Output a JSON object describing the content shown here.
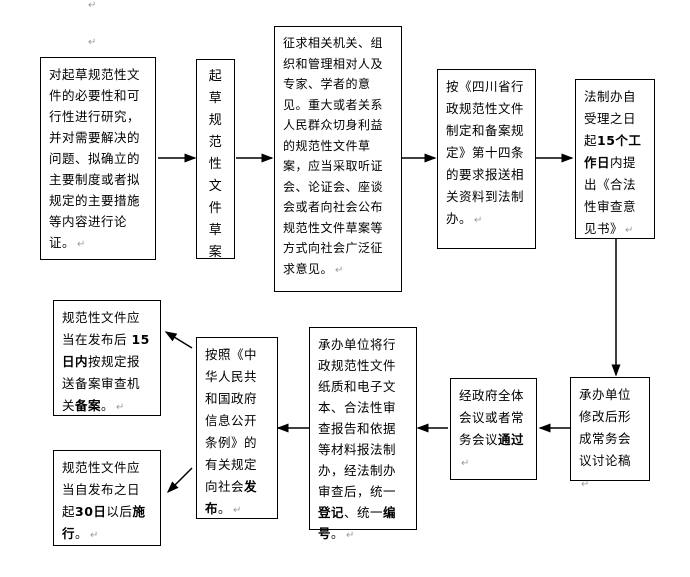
{
  "paragraph_mark": "↵",
  "boxes": {
    "research": "对起草规范性文件的必要性和可行性进行研究，并对需要解决的问题、拟确立的主要制度或者拟规定的主要措施等内容进行论证。",
    "draft": [
      "起",
      "草",
      "规",
      "范",
      "性",
      "文",
      "件",
      "草",
      "案"
    ],
    "solicit": "征求相关机关、组织和管理相对人及专家、学者的意见。重大或者关系人民群众切身利益的规范性文件草案，应当采取听证会、论证会、座谈会或者向社会公布规范性文件草案等方式向社会广泛征求意见。",
    "submit": "按《四川省行政规范性文件制定和备案规定》第十四条的要求报送相关资料到法制办。",
    "review": {
      "pre": "法制办自受理之日起",
      "bold": "15个工作日",
      "post": "内提出《合法性审查意见书》"
    },
    "revise": "承办单位修改后形成常务会议讨论稿",
    "approve": {
      "pre": "经政府全体会议或者常务会议",
      "bold": "通过"
    },
    "register": {
      "pre": "承办单位将行政规范性文件纸质和电子文本、合法性审查报告和依据等材料报法制办，经法制办审查后，统一",
      "bold1": "登记",
      "mid": "、统一",
      "bold2": "编号",
      "post": "。"
    },
    "publish": {
      "pre": "按照《中华人民共和国政府信息公开条例》的有关规定向社会",
      "bold": "发布",
      "post": "。"
    },
    "filing": {
      "pre": "规范性文件应当在发布后 ",
      "bold1": "15日内",
      "mid": "按规定报送备案审查机关",
      "bold2": "备案",
      "post": "。"
    },
    "effective": {
      "pre": "规范性文件应当自发布之日起",
      "bold1": "30日",
      "mid": "以后",
      "bold2": "施行",
      "post": "。"
    }
  }
}
